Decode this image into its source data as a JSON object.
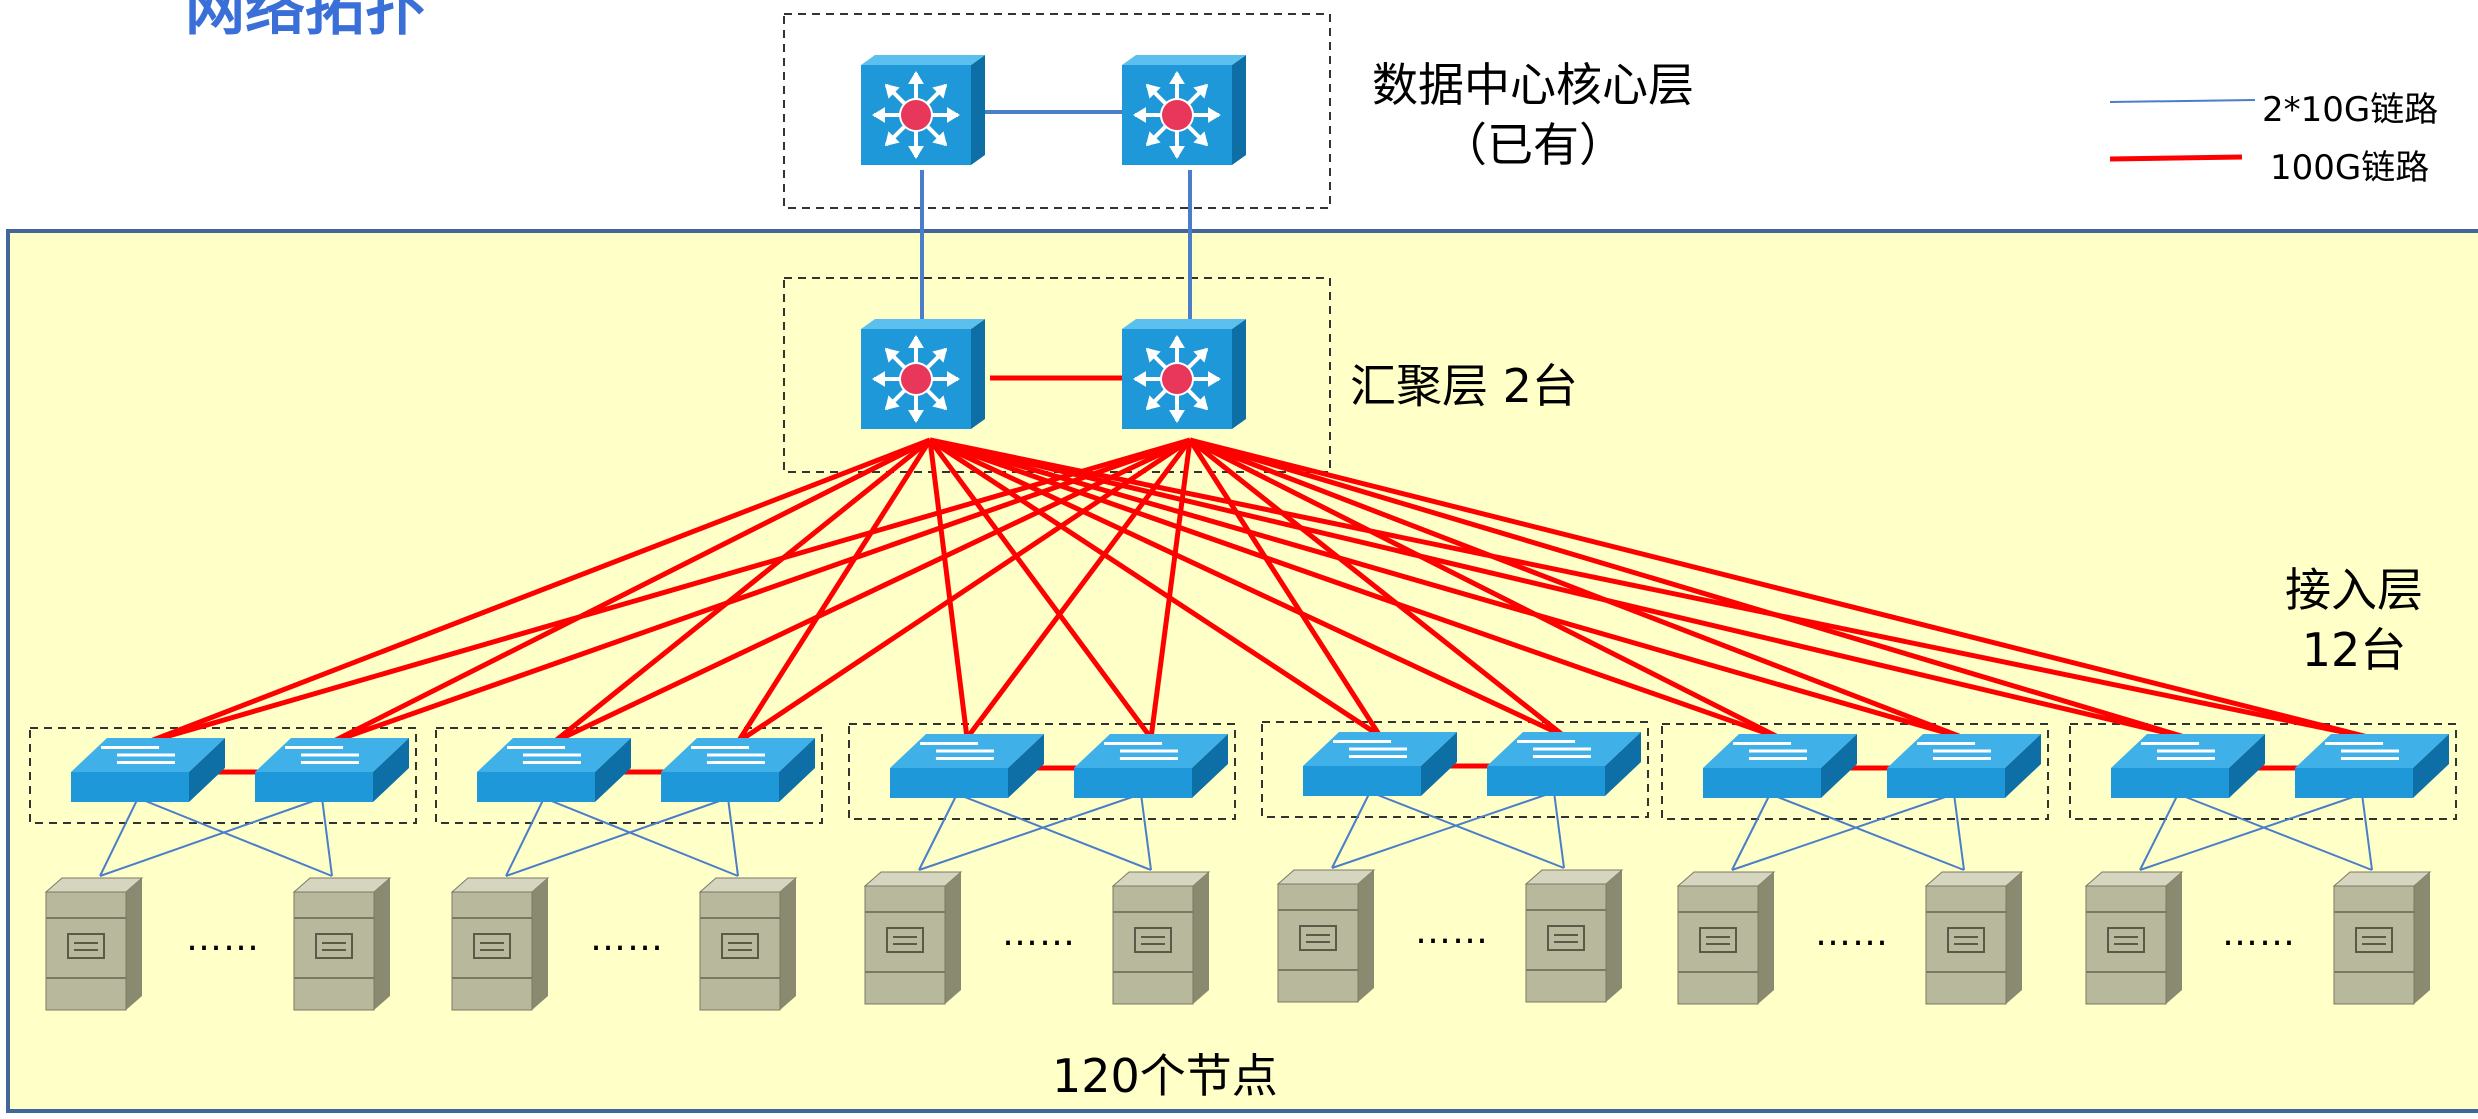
{
  "title": "网络拓扑",
  "core": {
    "label_line1": "数据中心核心层",
    "label_line2": "（已有）"
  },
  "aggregation": {
    "label": "汇聚层 2台"
  },
  "access": {
    "label_line1": "接入层",
    "label_line2": "12台"
  },
  "nodes": {
    "label": "120个节点",
    "ellipsis": "……"
  },
  "legend": [
    {
      "label": "2*10G链路",
      "color": "#4a7ec8"
    },
    {
      "label": "100G链路",
      "color": "#ff0000"
    }
  ],
  "colors": {
    "panel_fill": "#ffffc8",
    "panel_border": "#41669a",
    "switch_blue": "#1e98d8",
    "router_hub": "#e8375a",
    "link_10g": "#4a7ec8",
    "link_100g": "#ff0000",
    "server_gray": "#b8b89c"
  }
}
